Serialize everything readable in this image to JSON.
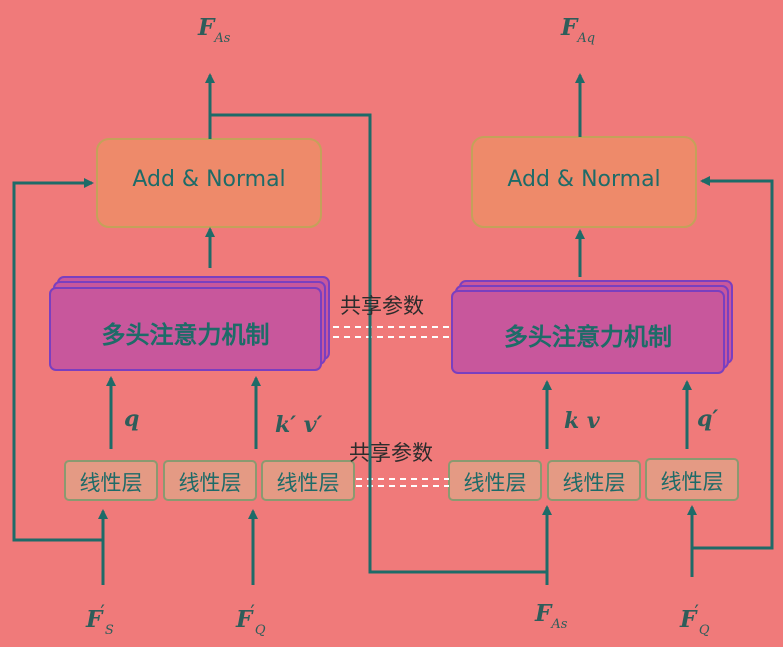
{
  "outputs": {
    "left": {
      "base": "F",
      "sub": "As"
    },
    "right": {
      "base": "F",
      "sub": "Aq"
    }
  },
  "blocks": {
    "add_norm_left": "Add & Normal",
    "add_norm_right": "Add & Normal",
    "attention_left": "多头注意力机制",
    "attention_right": "多头注意力机制",
    "linear_1": "线性层",
    "linear_2": "线性层",
    "linear_3": "线性层",
    "linear_4": "线性层",
    "linear_5": "线性层",
    "linear_6": "线性层"
  },
  "shared_params_top": "共享参数",
  "shared_params_bottom": "共享参数",
  "edge_labels": {
    "q": "q",
    "kv_prime": "k′ v′",
    "kv": "k v",
    "q_prime": "q′"
  },
  "inputs": {
    "fs_prime": {
      "base": "F",
      "prime": "′",
      "sub": "S"
    },
    "fq_prime_left": {
      "base": "F",
      "prime": "′",
      "sub": "Q"
    },
    "fas": {
      "base": "F",
      "sub": "As"
    },
    "fq_prime_right": {
      "base": "F",
      "prime": "′",
      "sub": "Q"
    }
  },
  "colors": {
    "background": "#f07a7a",
    "arrow": "#1e6b68",
    "add_norm_fill": "#ee8a6a",
    "add_norm_border": "#c4a15a",
    "attention_fill": "#c8579c",
    "attention_border": "#7a3fbf",
    "linear_fill": "#e49a84",
    "linear_border": "#8a9a70"
  }
}
